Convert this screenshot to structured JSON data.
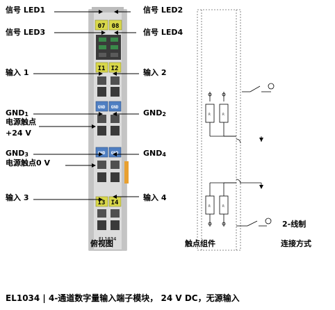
{
  "labels": {
    "led1": "信号 LED1",
    "led2": "信号 LED2",
    "led3": "信号 LED3",
    "led4": "信号 LED4",
    "in1": "输入 1",
    "in2": "输入 2",
    "gnd1_main": "GND",
    "gnd1_sub": "1",
    "gnd1_text": "电源触点",
    "plus24v": "+24 V",
    "gnd2_main": "GND",
    "gnd2_sub": "2",
    "gnd3_main": "GND",
    "gnd3_sub": "3",
    "gnd3_text": "电源触点0 V",
    "gnd4_main": "GND",
    "gnd4_sub": "4",
    "in3": "输入 3",
    "in4": "输入 4",
    "view": "俯视图",
    "contacts": "触点组件",
    "connection": "连接方式",
    "two_wire": "2-线制"
  },
  "terminal": {
    "led_top": [
      "07",
      "08"
    ],
    "input_row1": [
      "I1",
      "I2"
    ],
    "gnd_row1": [
      "GND",
      "GND"
    ],
    "gnd_row2": [
      "GND",
      "GND"
    ],
    "input_row2": [
      "I3",
      "I4"
    ],
    "model": "EL1034"
  },
  "caption": "EL1034 | 4-通道数字量输入端子模块， 24 V DC，无源输入",
  "colors": {
    "yellow": "#d9d84a",
    "blue": "#4f7fc2",
    "body": "#d8d8d8",
    "orange": "#e8a030",
    "green": "#3a8a4a"
  }
}
